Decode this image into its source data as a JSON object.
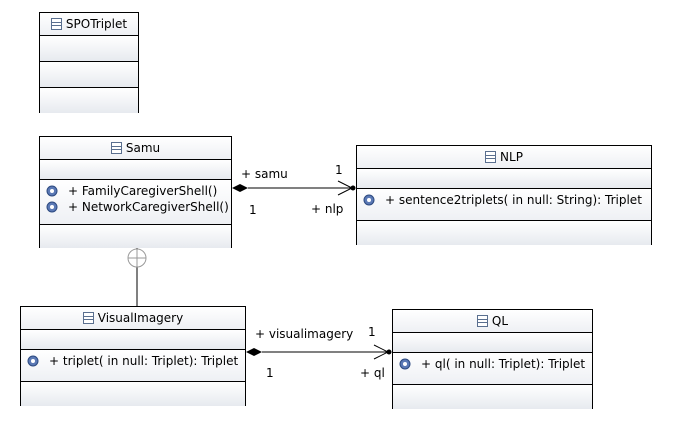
{
  "classes": {
    "spotriplet": {
      "name": "SPOTriplet"
    },
    "samu": {
      "name": "Samu",
      "operations": [
        "+ FamilyCaregiverShell()",
        "+ NetworkCaregiverShell()"
      ]
    },
    "nlp": {
      "name": "NLP",
      "operations": [
        "+ sentence2triplets(  in null: String): Triplet"
      ]
    },
    "visualimagery": {
      "name": "VisualImagery",
      "operations": [
        "+ triplet(  in null: Triplet): Triplet"
      ]
    },
    "ql": {
      "name": "QL",
      "operations": [
        "+ ql(  in null: Triplet): Triplet"
      ]
    }
  },
  "associations": {
    "samu_nlp": {
      "source_role": "+ samu",
      "source_mult": "1",
      "target_role": "+ nlp",
      "target_mult": "1"
    },
    "visualimagery_ql": {
      "source_role": "+ visualimagery",
      "source_mult": "1",
      "target_role": "+ ql",
      "target_mult": "1"
    }
  }
}
